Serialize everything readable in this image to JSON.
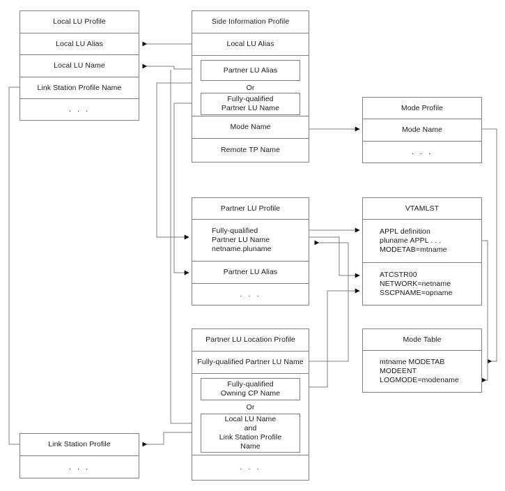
{
  "diagram": {
    "title": "Side Information Profile cross-reference diagram",
    "line_color": "#7b7f83",
    "text_color": "#1a1a1a",
    "background": "#ffffff",
    "ellipsis": ". . .",
    "or_label": "Or"
  },
  "boxes": {
    "local_lu_profile": {
      "header": "Local LU Profile",
      "rows": [
        "Local LU Alias",
        "Local LU Name",
        "Link Station Profile Name",
        ". . ."
      ]
    },
    "side_information_profile": {
      "header": "Side Information Profile",
      "row_local_lu_alias": "Local LU Alias",
      "alt_a": "Partner LU Alias",
      "alt_or": "Or",
      "alt_b": "Fully-qualified\nPartner LU Name",
      "row_mode_name": "Mode Name",
      "row_remote_tp_name": "Remote TP Name"
    },
    "mode_profile": {
      "header": "Mode Profile",
      "rows": [
        "Mode Name",
        ". . ."
      ]
    },
    "partner_lu_profile": {
      "header": "Partner LU Profile",
      "row_fq": "Fully-qualified\nPartner LU Name\nnetname.pluname",
      "row_alias": "Partner LU Alias",
      "row_dots": ". . ."
    },
    "vtamlst": {
      "header": "VTAMLST",
      "appl": "APPL definition\n   pluname APPL . . .\n      MODETAB=mtname",
      "atcstr": "ATCSTR00\n   NETWORK=netname\n   SSCPNAME=opname"
    },
    "partner_lu_location_profile": {
      "header": "Partner LU Location Profile",
      "row_fq_partner": "Fully-qualified Partner LU Name",
      "alt_a": "Fully-qualified\nOwning CP Name",
      "alt_or": "Or",
      "alt_b": "Local LU Name\nand\nLink Station Profile\nName",
      "row_dots": ". . ."
    },
    "mode_table": {
      "header": "Mode Table",
      "body": "mtname MODETAB\n   MODEENT\n      LOGMODE=modename"
    },
    "link_station_profile": {
      "header": "Link Station Profile",
      "row_dots": ". . ."
    }
  }
}
